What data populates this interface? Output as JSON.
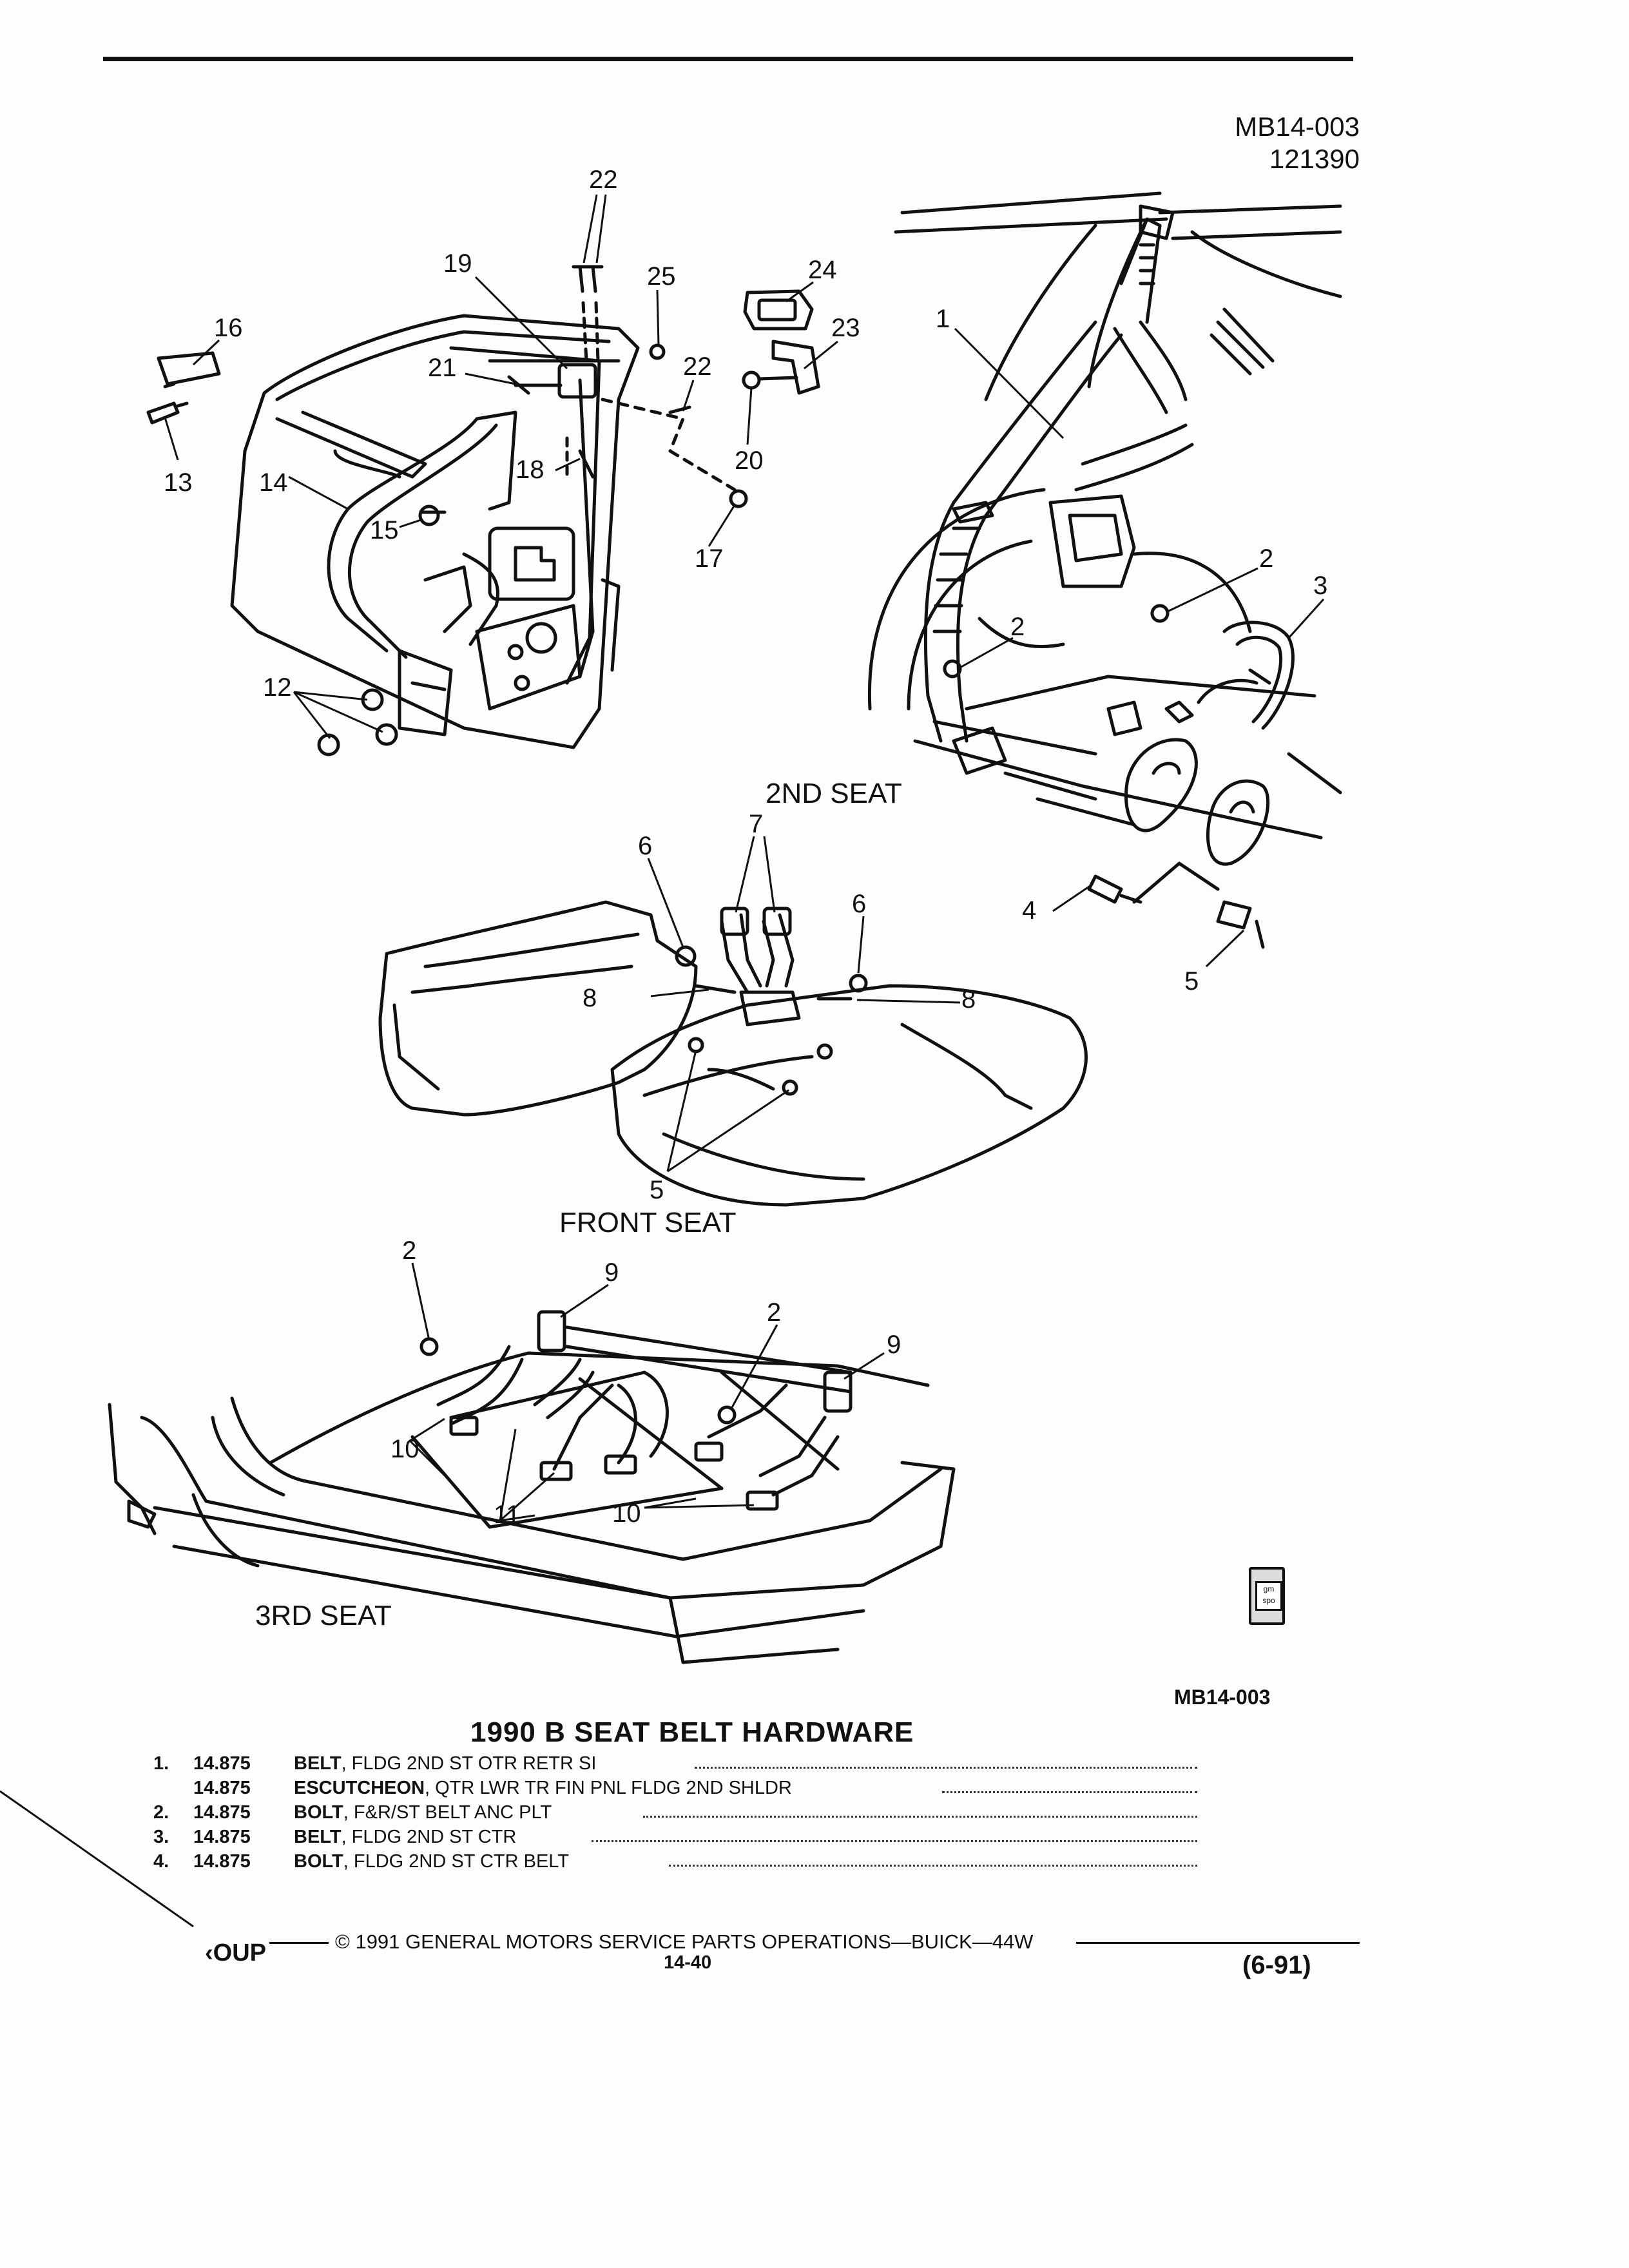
{
  "header": {
    "figure_code": "MB14-003",
    "figure_date": "121390"
  },
  "diagram": {
    "callouts": [
      "22",
      "19",
      "25",
      "24",
      "16",
      "21",
      "22",
      "23",
      "1",
      "13",
      "18",
      "20",
      "14",
      "15",
      "17",
      "2",
      "3",
      "2",
      "12",
      "7",
      "6",
      "6",
      "4",
      "5",
      "8",
      "8",
      "5",
      "2",
      "9",
      "2",
      "9",
      "10",
      "11",
      "10"
    ],
    "seat_labels": {
      "second_seat": "2ND SEAT",
      "front_seat": "FRONT SEAT",
      "third_seat": "3RD SEAT"
    }
  },
  "figure_code_bottom": "MB14-003",
  "section_title": "1990 B SEAT BELT HARDWARE",
  "parts": [
    {
      "num": "1.",
      "ref": "14.875",
      "name": "BELT",
      "desc": ", FLDG 2ND ST OTR RETR SI"
    },
    {
      "num": "",
      "ref": "14.875",
      "name": "ESCUTCHEON",
      "desc": ", QTR LWR TR FIN PNL FLDG 2ND SHLDR"
    },
    {
      "num": "2.",
      "ref": "14.875",
      "name": "BOLT",
      "desc": ", F&R/ST BELT ANC PLT"
    },
    {
      "num": "3.",
      "ref": "14.875",
      "name": "BELT",
      "desc": ", FLDG 2ND ST CTR"
    },
    {
      "num": "4.",
      "ref": "14.875",
      "name": "BOLT",
      "desc": ", FLDG 2ND ST CTR BELT"
    }
  ],
  "footer": {
    "group": "‹OUP",
    "copyright": "© 1991 GENERAL MOTORS SERVICE PARTS OPERATIONS—BUICK—44W",
    "page": "14-40",
    "date": "(6-91)"
  },
  "icons": {
    "gm_spo": "gm-spo-logo-icon"
  }
}
